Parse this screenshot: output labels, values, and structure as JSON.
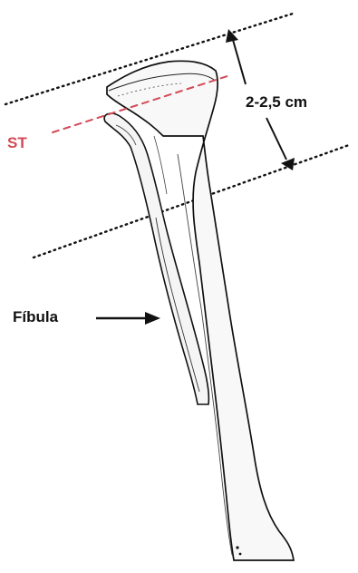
{
  "labels": {
    "st": "ST",
    "measurement": "2-2,5 cm",
    "fibula": "Fíbula"
  },
  "colors": {
    "st_line": "#d24a57",
    "ink": "#111111",
    "bone_fill": "#f7f7f7"
  }
}
